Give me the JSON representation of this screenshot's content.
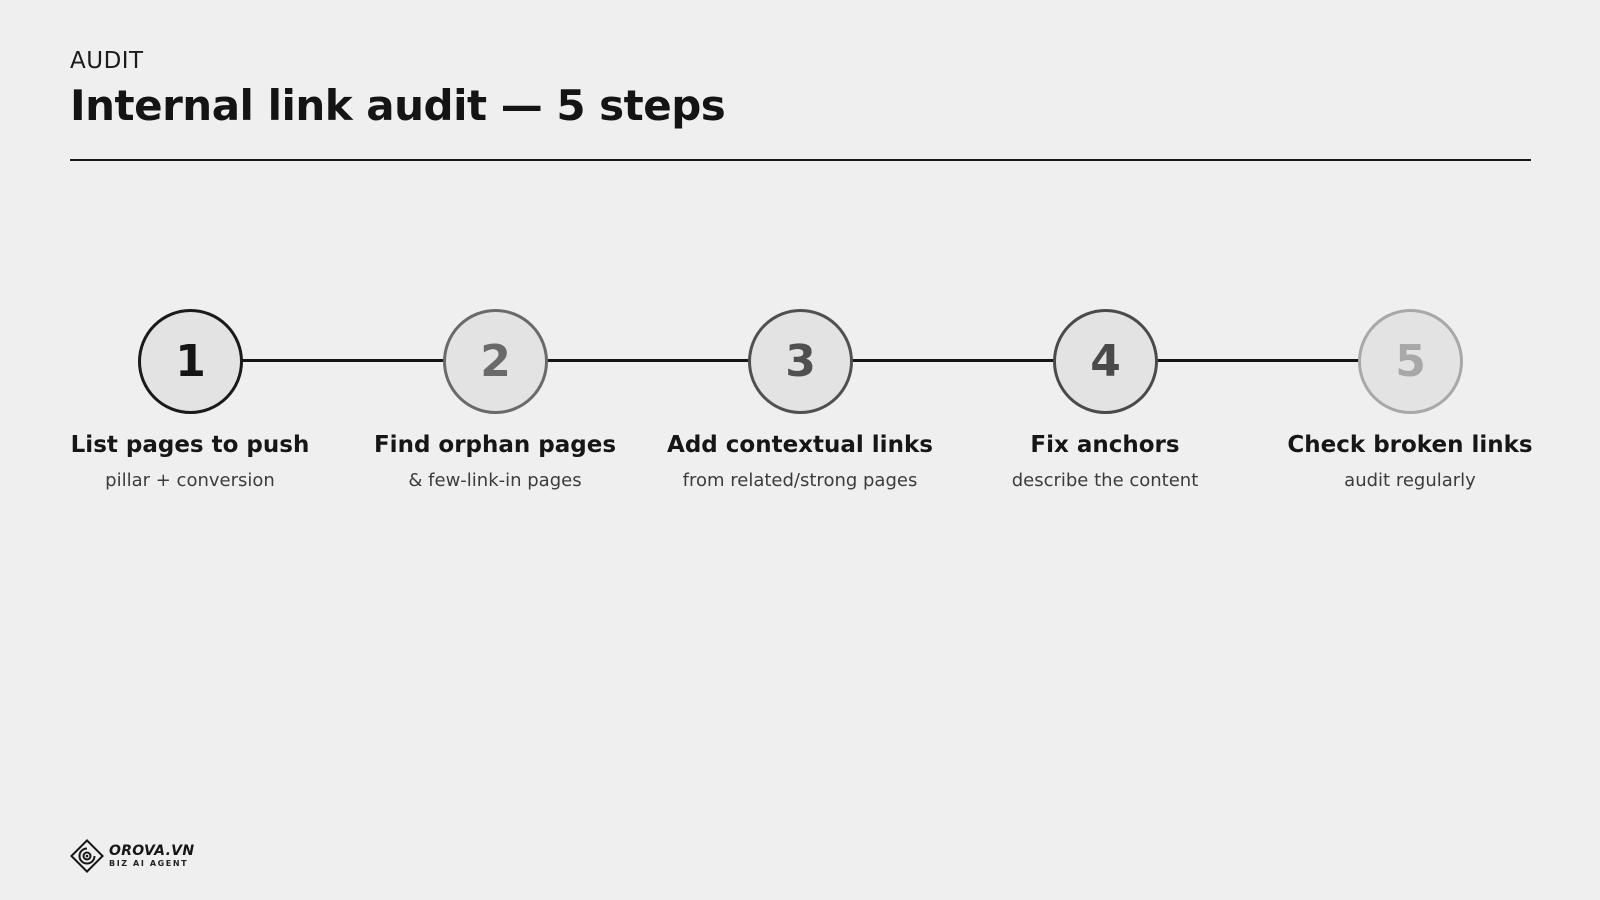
{
  "header": {
    "eyebrow": "AUDIT",
    "title": "Internal link audit — 5 steps"
  },
  "steps": [
    {
      "number": "1",
      "title": "List pages to push",
      "subtitle": "pillar + conversion",
      "ring_color": "#1a1a1a",
      "number_color": "#151515"
    },
    {
      "number": "2",
      "title": "Find orphan pages",
      "subtitle": "& few-link-in pages",
      "ring_color": "#6a6a6a",
      "number_color": "#6a6a6a"
    },
    {
      "number": "3",
      "title": "Add contextual links",
      "subtitle": "from related/strong pages",
      "ring_color": "#505050",
      "number_color": "#505050"
    },
    {
      "number": "4",
      "title": "Fix anchors",
      "subtitle": "describe the content",
      "ring_color": "#4a4a4a",
      "number_color": "#4a4a4a"
    },
    {
      "number": "5",
      "title": "Check broken links",
      "subtitle": "audit regularly",
      "ring_color": "#a8a8a8",
      "number_color": "#a8a8a8"
    }
  ],
  "logo": {
    "name": "OROVA.VN",
    "tagline": "BIZ AI AGENT",
    "icon": "orova-logo-icon"
  }
}
